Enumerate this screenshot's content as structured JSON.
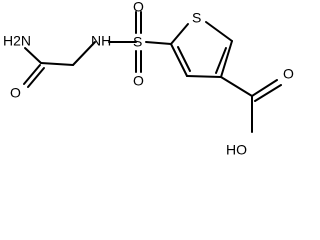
{
  "labels": {
    "amide_nh2": "H2N",
    "amide_o": "O",
    "nh": "NH",
    "sulfonyl_s": "S",
    "sulfonyl_o_top": "O",
    "sulfonyl_o_bottom": "O",
    "ring_s": "S",
    "acid_o": "O",
    "acid_oh": "HO"
  }
}
